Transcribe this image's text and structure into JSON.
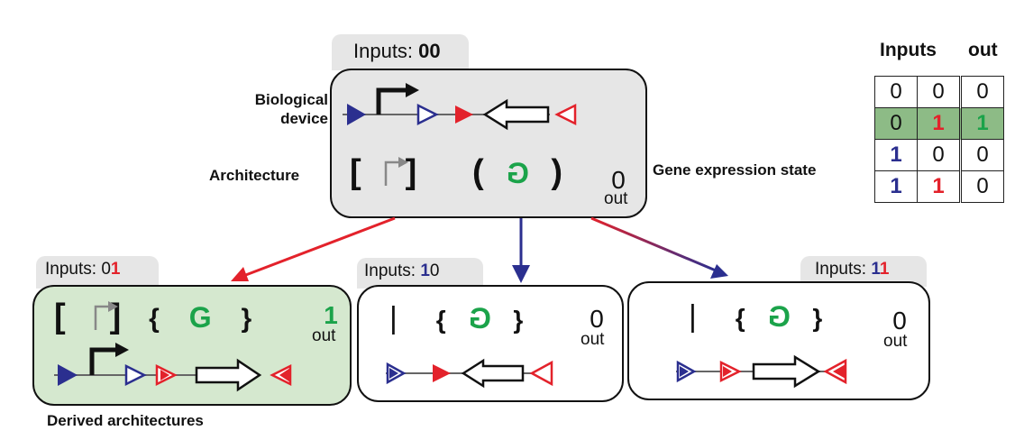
{
  "root": {
    "inputs_prefix": "Inputs: ",
    "inputs_value": "00",
    "label_device": "Biological device",
    "label_architecture": "Architecture",
    "label_state": "Gene expression state",
    "arch_left_open": "[",
    "arch_left_close": "]",
    "arch_right_open": "(",
    "arch_gene": "G",
    "arch_right_close": ")",
    "out_value": "0",
    "out_label": "out"
  },
  "derived": [
    {
      "inputs_prefix": "Inputs: ",
      "input_a": "0",
      "input_b": "1",
      "arch_left_open": "[",
      "arch_left_close": "]",
      "arch_right_open": "{",
      "arch_gene": "G",
      "arch_right_close": "}",
      "out_value": "1",
      "out_label": "out",
      "highlight_color": "#d5e8cf"
    },
    {
      "inputs_prefix": "Inputs: ",
      "input_a": "1",
      "input_b": "0",
      "arch_scar": "|",
      "arch_right_open": "{",
      "arch_gene": "G",
      "arch_right_close": "}",
      "out_value": "0",
      "out_label": "out"
    },
    {
      "inputs_prefix": "Inputs: ",
      "input_a": "1",
      "input_b": "1",
      "arch_scar": "|",
      "arch_right_open": "{",
      "arch_gene": "G",
      "arch_right_close": "}",
      "out_value": "0",
      "out_label": "out"
    }
  ],
  "derived_caption": "Derived architectures",
  "truth_table": {
    "header_inputs": "Inputs",
    "header_out": "out",
    "rows": [
      [
        "0",
        "0",
        "0"
      ],
      [
        "0",
        "1",
        "1"
      ],
      [
        "1",
        "0",
        "0"
      ],
      [
        "1",
        "1",
        "0"
      ]
    ],
    "highlight_row": 1,
    "highlight_color": "#8dbb86"
  },
  "colors": {
    "input_a": "#2b2f8f",
    "input_b": "#e3222b",
    "gene": "#1ba34a",
    "box_gray": "#e6e6e6"
  }
}
